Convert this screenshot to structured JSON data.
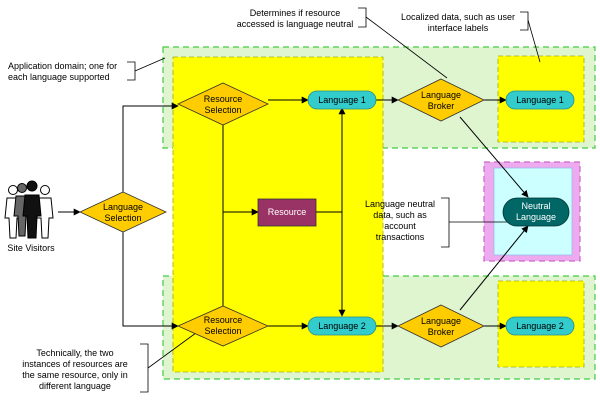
{
  "annotations": {
    "app_domain": [
      "Application domain; one for",
      "each language supported"
    ],
    "determines": [
      "Determines if resource",
      "accessed is language neutral"
    ],
    "localized": [
      "Localized data, such as user",
      "interface labels"
    ],
    "neutral_data": [
      "Language neutral",
      "data, such as",
      "account",
      "transactions"
    ],
    "technically": [
      "Technically, the two",
      "instances of resources are",
      "the same resource, only in",
      "different language"
    ]
  },
  "nodes": {
    "site_visitors": "Site Visitors",
    "language_selection": [
      "Language",
      "Selection"
    ],
    "resource_selection_top": [
      "Resource",
      "Selection"
    ],
    "resource_selection_bottom": [
      "Resource",
      "Selection"
    ],
    "resource": "Resource",
    "language1_left": "Language 1",
    "language1_right": "Language 1",
    "language2_left": "Language 2",
    "language2_right": "Language 2",
    "broker_top": [
      "Language",
      "Broker"
    ],
    "broker_bottom": [
      "Language",
      "Broker"
    ],
    "neutral_language": [
      "Neutral",
      "Language"
    ]
  },
  "colors": {
    "domain_fill": "#dff5d0",
    "domain_border": "#44cc44",
    "yellow_zone": "#ffff00",
    "diamond_fill": "#ffcc00",
    "pill_fill": "#33cccc",
    "resource_fill": "#993366",
    "neutral_border": "#cc66cc",
    "neutral_fill": "#ccffff",
    "neutral_pill": "#006666"
  }
}
